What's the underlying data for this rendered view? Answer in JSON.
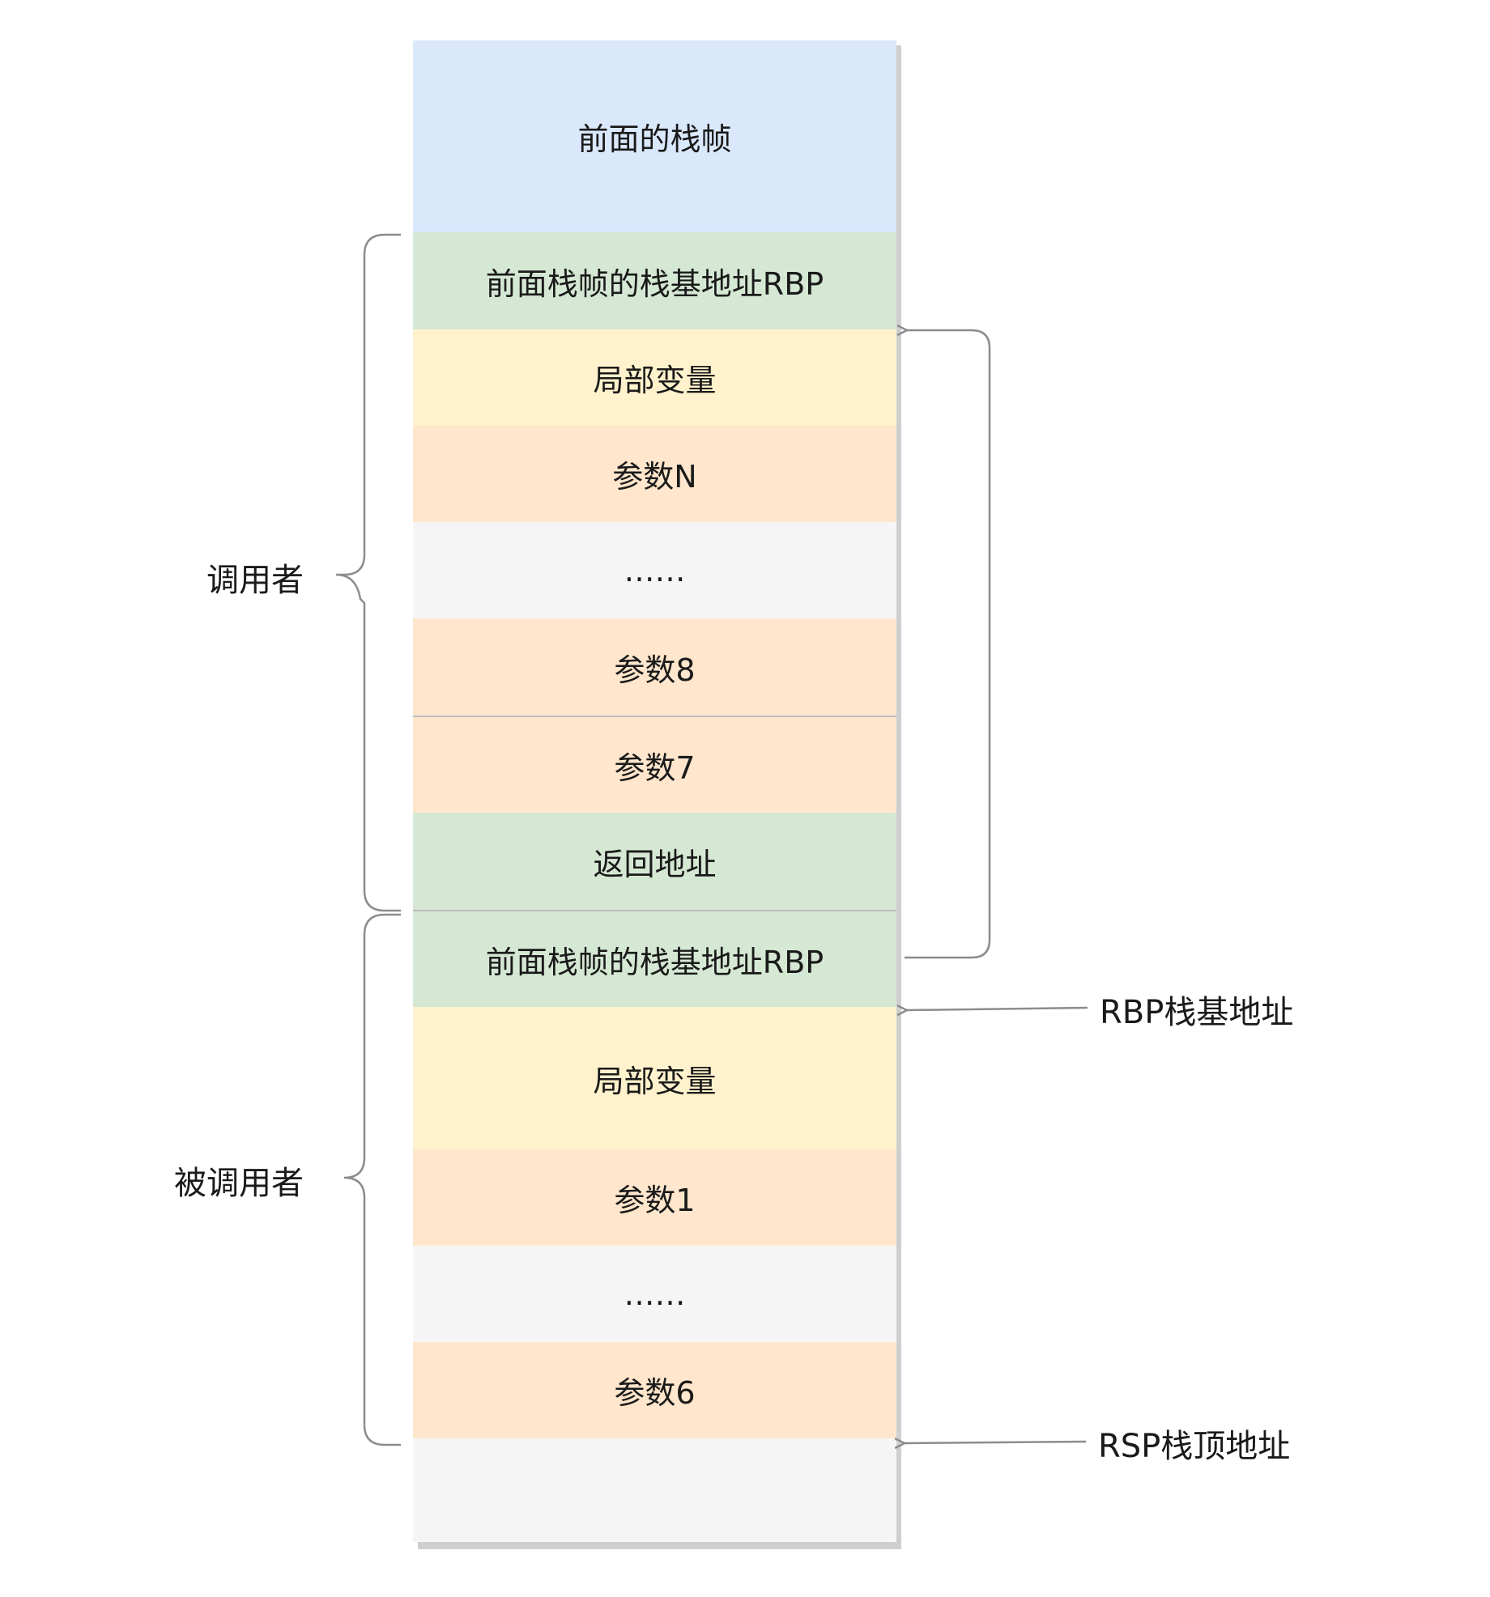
{
  "colors": {
    "blue": "#dae8fc",
    "green": "#d5e8d4",
    "yellow": "#fff2cc",
    "orange": "#ffe6cc",
    "gray": "#f5f5f5",
    "line": "#8c8c8c"
  },
  "stack": {
    "cells": [
      {
        "text": "前面的栈帧",
        "color": "blue"
      },
      {
        "text": "前面栈帧的栈基地址RBP",
        "color": "green"
      },
      {
        "text": "局部变量",
        "color": "yellow"
      },
      {
        "text": "参数N",
        "color": "orange"
      },
      {
        "text": "……",
        "color": "gray"
      },
      {
        "text": "参数8",
        "color": "orange"
      },
      {
        "text": "参数7",
        "color": "orange"
      },
      {
        "text": "返回地址",
        "color": "green"
      },
      {
        "text": "前面栈帧的栈基地址RBP",
        "color": "green"
      },
      {
        "text": "局部变量",
        "color": "yellow"
      },
      {
        "text": "参数1",
        "color": "orange"
      },
      {
        "text": "……",
        "color": "gray"
      },
      {
        "text": "参数6",
        "color": "orange"
      },
      {
        "text": "",
        "color": "gray"
      }
    ]
  },
  "groups": {
    "caller": "调用者",
    "callee": "被调用者"
  },
  "pointers": {
    "rbp": "RBP栈基地址",
    "rsp": "RSP栈顶地址"
  }
}
